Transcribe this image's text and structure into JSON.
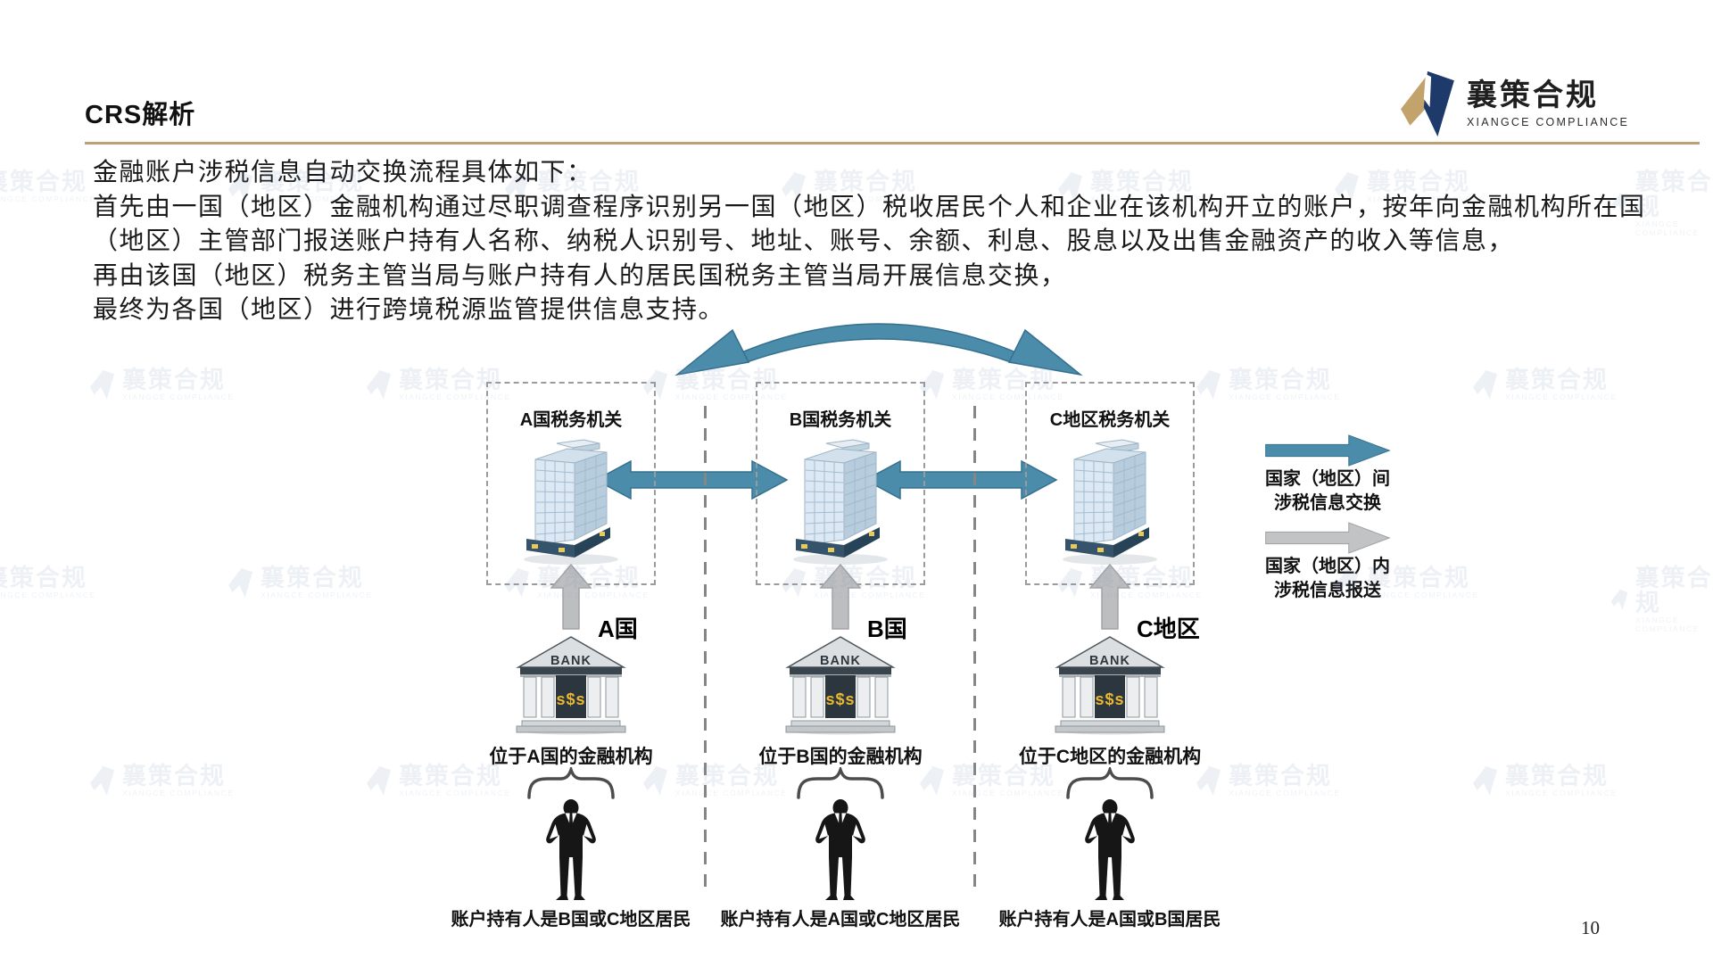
{
  "slide": {
    "title": "CRS解析",
    "page_number": "10"
  },
  "logo": {
    "name": "襄策合规",
    "subtitle": "XIANGCE COMPLIANCE"
  },
  "watermark": {
    "text": "襄策合规",
    "subtext": "XIANGCE COMPLIANCE"
  },
  "body": {
    "lines": [
      "金融账户涉税信息自动交换流程具体如下：",
      "首先由一国（地区）金融机构通过尽职调查程序识别另一国（地区）税收居民个人和企业在该机构开立的账户，按年向金融机构所在国",
      "（地区）主管部门报送账户持有人名称、纳税人识别号、地址、账号、余额、利息、股息以及出售金融资产的收入等信息，",
      "再由该国（地区）税务主管当局与账户持有人的居民国税务主管当局开展信息交换，",
      "最终为各国（地区）进行跨境税源监管提供信息支持。"
    ]
  },
  "diagram": {
    "tax_authorities": [
      {
        "authority": "A国税务机关",
        "country": "A国",
        "institution": "位于A国的金融机构",
        "account_holder": "账户持有人是B国或C地区居民",
        "bank_sign": "BANK",
        "bank_money": "s$s"
      },
      {
        "authority": "B国税务机关",
        "country": "B国",
        "institution": "位于B国的金融机构",
        "account_holder": "账户持有人是A国或C地区居民",
        "bank_sign": "BANK",
        "bank_money": "s$s"
      },
      {
        "authority": "C地区税务机关",
        "country": "C地区",
        "institution": "位于C地区的金融机构",
        "account_holder": "账户持有人是A国或B国居民",
        "bank_sign": "BANK",
        "bank_money": "s$s"
      }
    ],
    "legend": [
      {
        "type": "exchange",
        "line1": "国家（地区）间",
        "line2": "涉税信息交换"
      },
      {
        "type": "report",
        "line1": "国家（地区）内",
        "line2": "涉税信息报送"
      }
    ],
    "colors": {
      "exchange_arrow": "#4b8cab",
      "report_arrow": "#bdbec0",
      "accent_rule": "#bda076",
      "logo_navy": "#1d3a6b",
      "logo_gold": "#c2a36b",
      "bank_gold": "#e9b830"
    }
  }
}
